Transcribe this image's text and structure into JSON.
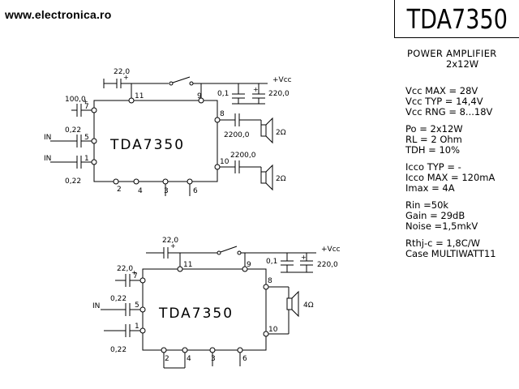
{
  "header": {
    "website": "www.electronica.ro",
    "part_number": "TDA7350"
  },
  "specs": {
    "title": "POWER AMPLIFIER",
    "subtitle": "2x12W",
    "groups": [
      [
        "Vcc MAX = 28V",
        "Vcc TYP = 14,4V",
        "Vcc RNG = 8...18V"
      ],
      [
        "Po = 2x12W",
        "RL = 2 Ohm",
        "TDH = 10%"
      ],
      [
        "Icco TYP = -",
        "Icco MAX = 120mA",
        "Imax =    4A"
      ],
      [
        "Rin  =50k",
        "Gain = 29dB",
        "Noise =1,5mkV"
      ],
      [
        "Rthj-c = 1,8C/W",
        "Case MULTIWATT11"
      ]
    ]
  },
  "schematic_top": {
    "ic_label": "TDA7350",
    "pins": [
      "11",
      "9",
      "7",
      "5",
      "1",
      "8",
      "10",
      "2",
      "4",
      "3",
      "6"
    ],
    "components": {
      "c_in_top": "22,0",
      "c_pin7": "100,0",
      "c_in1": "0,22",
      "c_in2": "0,22",
      "c_supply1": "0,1",
      "c_supply2": "220,0",
      "c_out1": "2200,0",
      "c_out2": "2200,0",
      "spk1": "2Ω",
      "spk2": "2Ω"
    },
    "labels": {
      "in1": "IN",
      "in2": "IN",
      "vcc": "+Vcc",
      "plus": "+"
    }
  },
  "schematic_bottom": {
    "ic_label": "TDA7350",
    "pins": [
      "11",
      "9",
      "7",
      "5",
      "1",
      "8",
      "10",
      "2",
      "4",
      "3",
      "6"
    ],
    "components": {
      "c_in_top": "22,0",
      "c_pin7": "22,0",
      "c_in1": "0,22",
      "c_in2": "0,22",
      "c_supply1": "0,1",
      "c_supply2": "220,0",
      "spk": "4Ω"
    },
    "labels": {
      "in": "IN",
      "vcc": "+Vcc",
      "plus": "+"
    }
  }
}
